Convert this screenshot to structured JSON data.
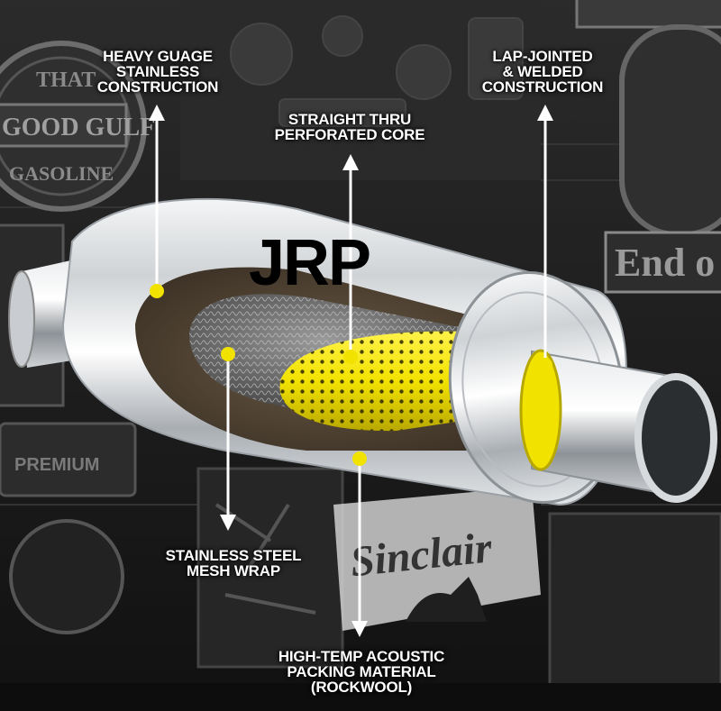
{
  "brand": "JRP",
  "colors": {
    "background": "#1a1a1a",
    "accent": "#f2e200",
    "label": "#ffffff",
    "steel": "#d9dcdf"
  },
  "callouts": [
    {
      "id": "heavy-gauge",
      "lines": [
        "HEAVY GUAGE",
        "STAINLESS",
        "CONSTRUCTION"
      ]
    },
    {
      "id": "straight-thru",
      "lines": [
        "STRAIGHT THRU",
        "PERFORATED CORE"
      ]
    },
    {
      "id": "lap-jointed",
      "lines": [
        "LAP-JOINTED",
        "& WELDED",
        "CONSTRUCTION"
      ]
    },
    {
      "id": "mesh-wrap",
      "lines": [
        "STAINLESS STEEL",
        "MESH WRAP"
      ]
    },
    {
      "id": "packing",
      "lines": [
        "HIGH-TEMP ACOUSTIC",
        "PACKING MATERIAL",
        "(ROCKWOOL)"
      ]
    }
  ],
  "background_signs": {
    "gulf": {
      "top": "THAT",
      "middle": "GOOD GULF",
      "bottom": "GASOLINE"
    },
    "end": "End o",
    "premium": "PREMIUM",
    "sinclair": "Sinclair"
  }
}
